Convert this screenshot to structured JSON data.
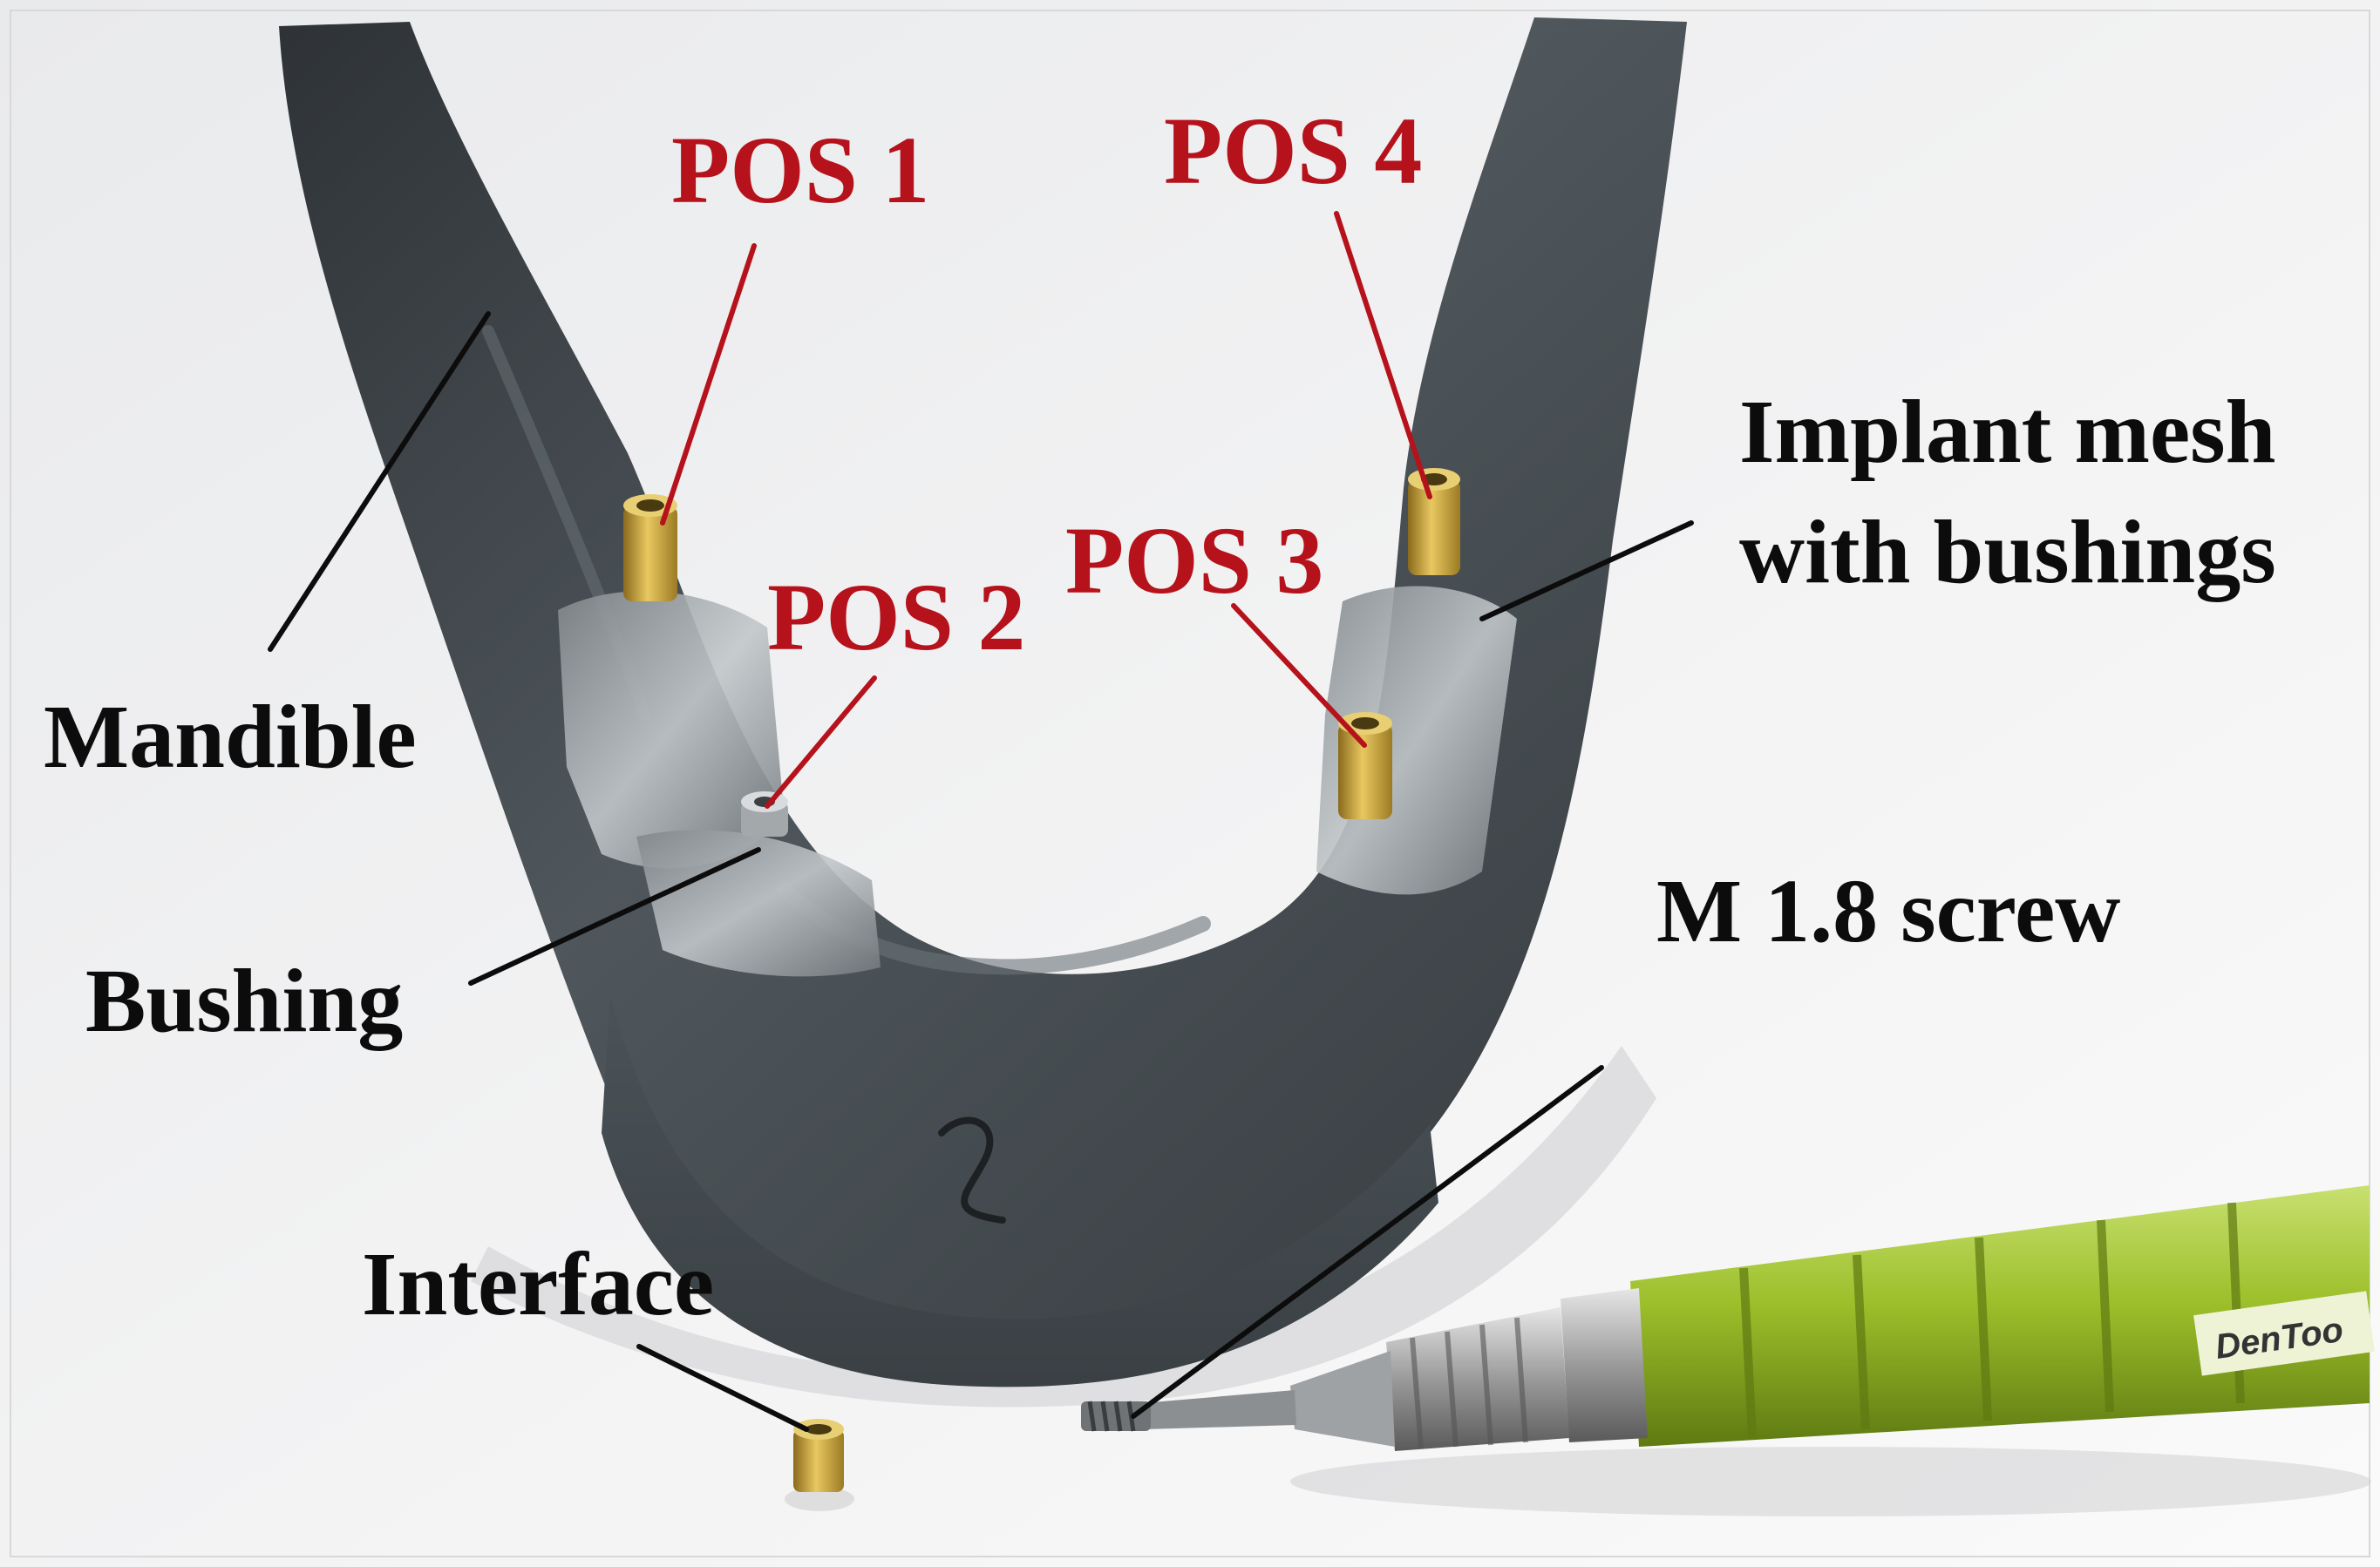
{
  "labels": {
    "pos1": "POS 1",
    "pos2": "POS 2",
    "pos3": "POS 3",
    "pos4": "POS 4",
    "mandible": "Mandible",
    "bushing": "Bushing",
    "implant_mesh_line1": "Implant mesh",
    "implant_mesh_line2": "with bushings",
    "screw": "M 1.8 screw",
    "interface": "Interface",
    "brand": "DenToo"
  },
  "colors": {
    "position_label": "#b5121b",
    "part_label": "#0c0c0c",
    "model": "#4a5156",
    "mesh": "#9aa0a4",
    "brass": "#c9a53a",
    "handle": "#9fc42a"
  }
}
